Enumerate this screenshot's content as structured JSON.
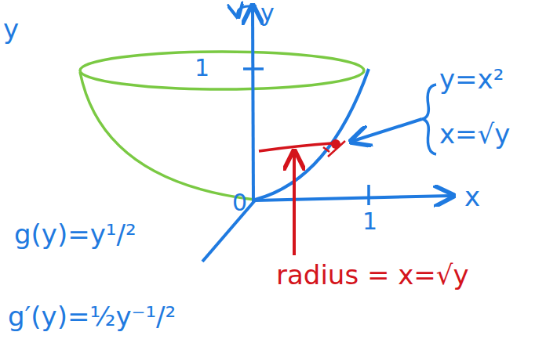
{
  "diagram": {
    "labels": [
      "y",
      "y",
      "1",
      "0",
      "x",
      "1",
      "y=x²",
      "x=√y",
      "g(y)=y¹/²",
      "g′(y)=½y⁻¹/²",
      "radius = x=√y"
    ]
  }
}
